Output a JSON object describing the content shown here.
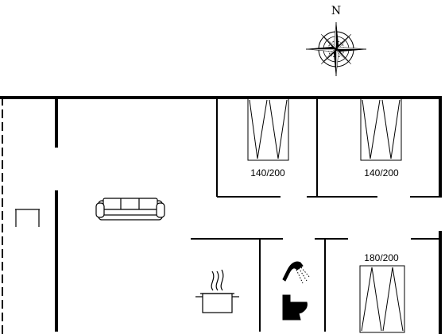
{
  "compass": {
    "north_label": "N",
    "icon": "compass-rose-icon"
  },
  "rooms": {
    "bedroom_1": {
      "bed_size": "140/200"
    },
    "bedroom_2": {
      "bed_size": "140/200"
    },
    "bedroom_3": {
      "bed_size": "180/200"
    }
  },
  "icons": {
    "sofa": "sofa-icon",
    "cooking_pot": "cooking-pot-icon",
    "shower": "shower-icon",
    "toilet": "toilet-icon",
    "terrace_table": "table-icon"
  },
  "colors": {
    "wall": "#000000",
    "background": "#ffffff"
  }
}
